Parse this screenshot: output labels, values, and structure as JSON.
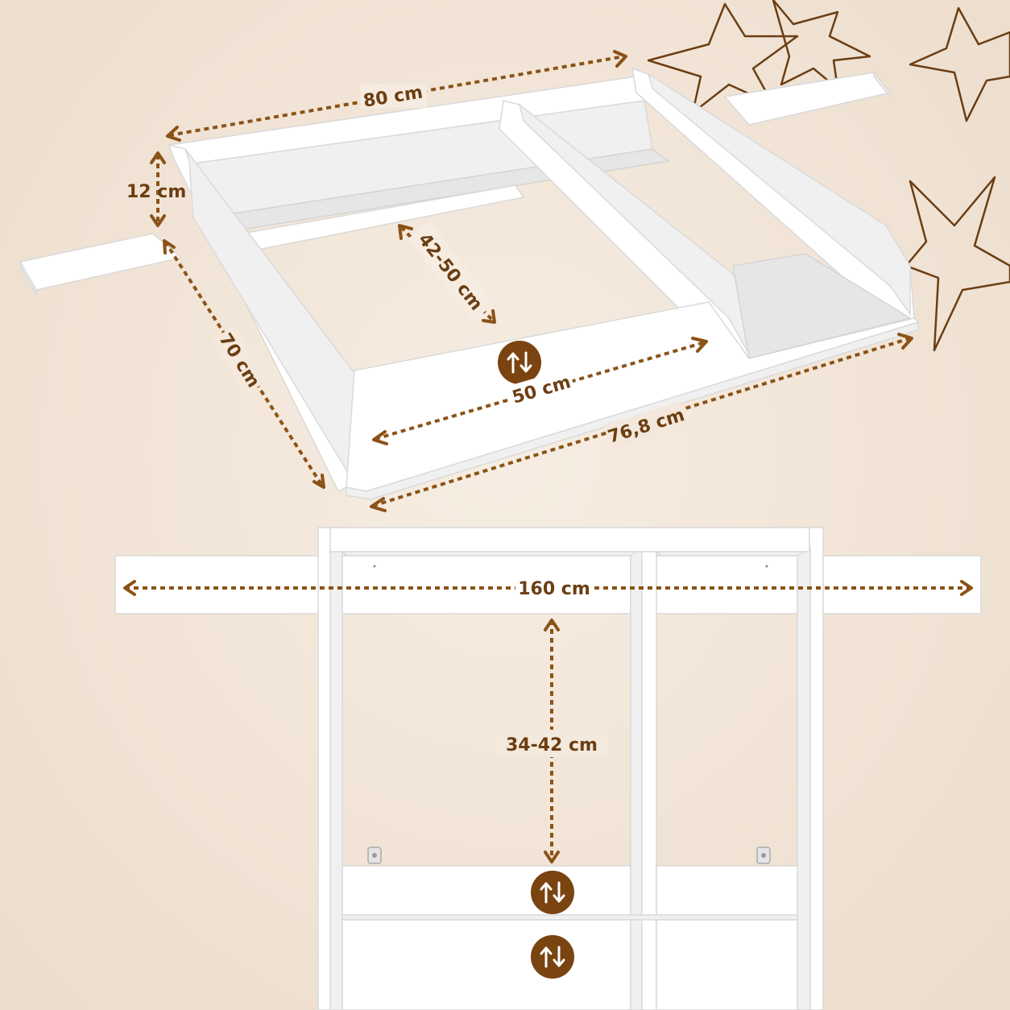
{
  "dimensions": {
    "width_top": "80 cm",
    "height_side": "12 cm",
    "depth": "70 cm",
    "inner_depth": "42-50 cm",
    "inner_width": "50 cm",
    "front_width": "76,8 cm",
    "total_length": "160 cm",
    "adjust_range": "34-42 cm"
  },
  "icons": {
    "adjust_badge": "adjust-arrows-icon",
    "star": "star-icon"
  },
  "colors": {
    "accent": "#8b5217",
    "label": "#6b3e12",
    "badge": "#7a4411"
  }
}
